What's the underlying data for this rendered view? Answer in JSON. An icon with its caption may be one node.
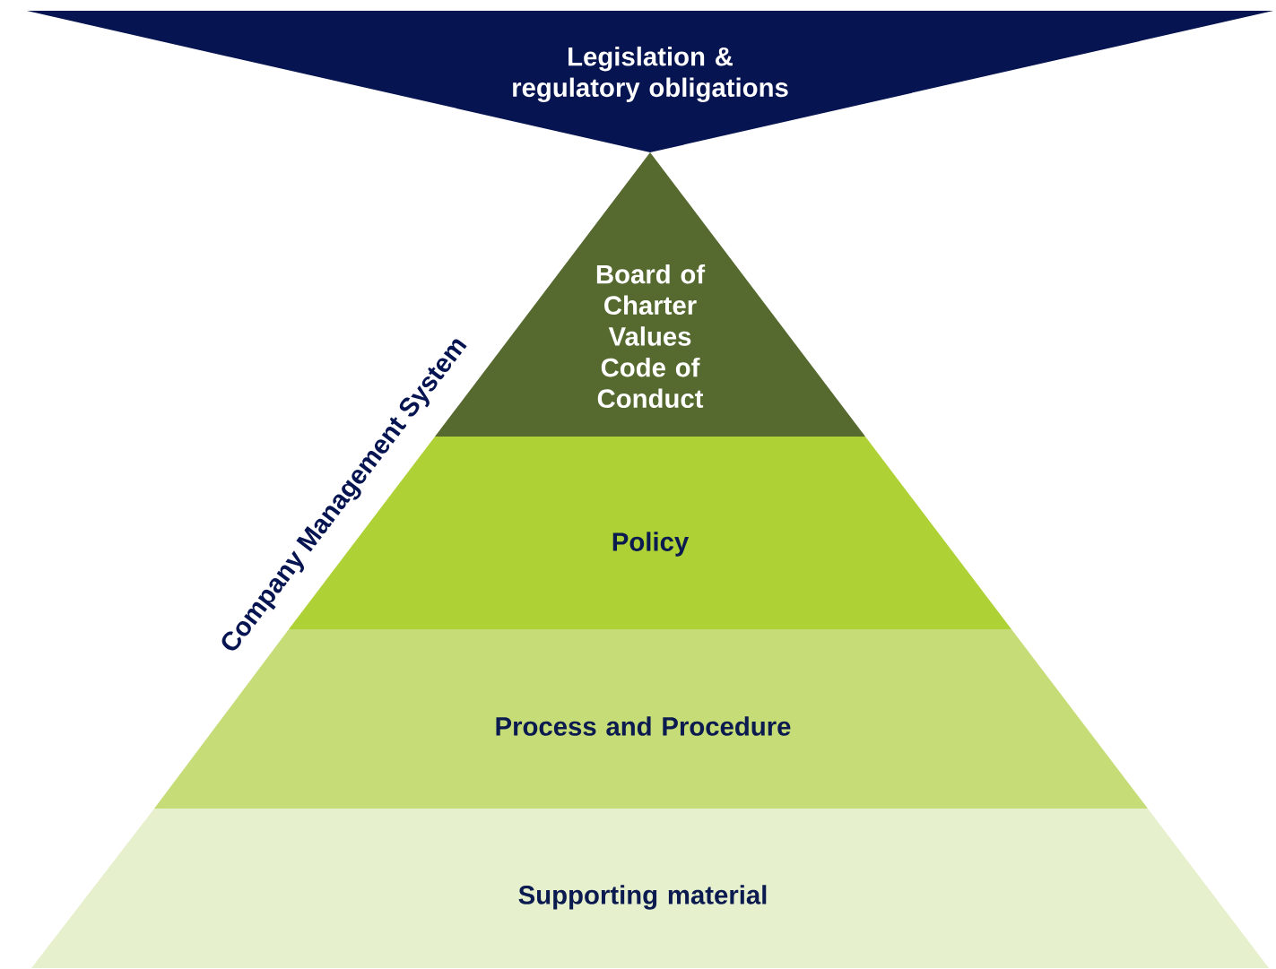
{
  "diagram": {
    "nodes": [
      {
        "text": [
          "Legislation & regulatory obligations"
        ]
      },
      {
        "text": [
          "Board of Charter Values Code of Conduct"
        ]
      },
      {
        "text": [
          "Policy"
        ]
      },
      {
        "text": [
          "Process and Procedure"
        ]
      },
      {
        "text": [
          "Supporting material"
        ]
      }
    ],
    "labels": [
      "Company Management System"
    ]
  }
}
